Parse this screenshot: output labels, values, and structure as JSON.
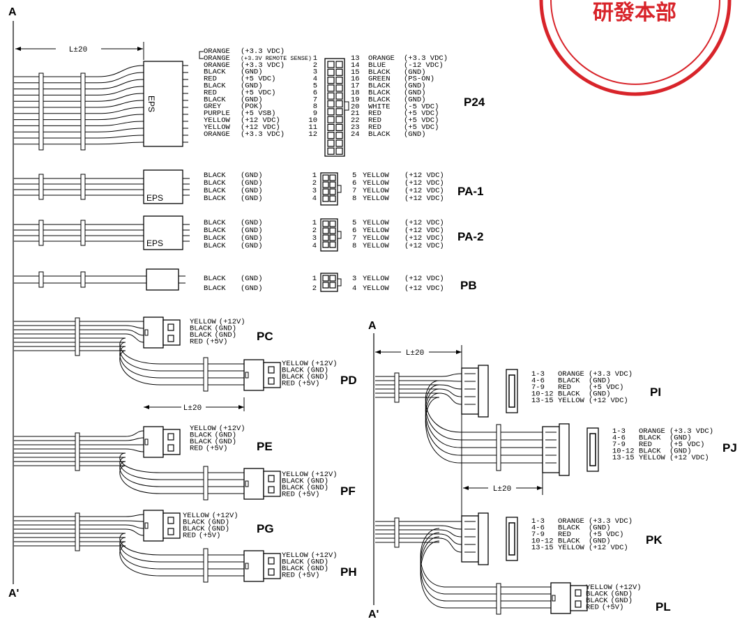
{
  "stamp": {
    "text": "研發本部",
    "color": "#d8242a"
  },
  "axes": {
    "left_top": "A",
    "left_bottom": "A'",
    "right_top": "A",
    "right_bottom": "A'"
  },
  "dimensions": {
    "d1": "L±20",
    "d2": "L±20",
    "d3": "L±20"
  },
  "p24": {
    "name": "P24",
    "housing_label": "EPS",
    "left": [
      {
        "color": "ORANGE",
        "signal": "(+3.3 VDC)",
        "pin": ""
      },
      {
        "color": "ORANGE",
        "signal": "(+3.3V REMOTE SENSE)",
        "pin": "1"
      },
      {
        "color": "ORANGE",
        "signal": "(+3.3 VDC)",
        "pin": "2"
      },
      {
        "color": "BLACK",
        "signal": "(GND)",
        "pin": "3"
      },
      {
        "color": "RED",
        "signal": "(+5 VDC)",
        "pin": "4"
      },
      {
        "color": "BLACK",
        "signal": "(GND)",
        "pin": "5"
      },
      {
        "color": "RED",
        "signal": "(+5 VDC)",
        "pin": "6"
      },
      {
        "color": "BLACK",
        "signal": "(GND)",
        "pin": "7"
      },
      {
        "color": "GREY",
        "signal": "(POK)",
        "pin": "8"
      },
      {
        "color": "PURPLE",
        "signal": "(+5 VSB)",
        "pin": "9"
      },
      {
        "color": "YELLOW",
        "signal": "(+12 VDC)",
        "pin": "10"
      },
      {
        "color": "YELLOW",
        "signal": "(+12 VDC)",
        "pin": "11"
      },
      {
        "color": "ORANGE",
        "signal": "(+3.3 VDC)",
        "pin": "12"
      }
    ],
    "right": [
      {
        "pin": "13",
        "color": "ORANGE",
        "signal": "(+3.3 VDC)"
      },
      {
        "pin": "14",
        "color": "BLUE",
        "signal": "(-12 VDC)"
      },
      {
        "pin": "15",
        "color": "BLACK",
        "signal": "(GND)"
      },
      {
        "pin": "16",
        "color": "GREEN",
        "signal": "(PS-ON)"
      },
      {
        "pin": "17",
        "color": "BLACK",
        "signal": "(GND)"
      },
      {
        "pin": "18",
        "color": "BLACK",
        "signal": "(GND)"
      },
      {
        "pin": "19",
        "color": "BLACK",
        "signal": "(GND)"
      },
      {
        "pin": "20",
        "color": "WHITE",
        "signal": "(-5 VDC)"
      },
      {
        "pin": "21",
        "color": "RED",
        "signal": "(+5 VDC)"
      },
      {
        "pin": "22",
        "color": "RED",
        "signal": "(+5 VDC)"
      },
      {
        "pin": "23",
        "color": "RED",
        "signal": "(+5 VDC)"
      },
      {
        "pin": "24",
        "color": "BLACK",
        "signal": "(GND)"
      }
    ]
  },
  "pa1": {
    "name": "PA-1",
    "housing_label": "EPS",
    "left": [
      {
        "color": "BLACK",
        "signal": "(GND)",
        "pin": "1"
      },
      {
        "color": "BLACK",
        "signal": "(GND)",
        "pin": "2"
      },
      {
        "color": "BLACK",
        "signal": "(GND)",
        "pin": "3"
      },
      {
        "color": "BLACK",
        "signal": "(GND)",
        "pin": "4"
      }
    ],
    "right": [
      {
        "pin": "5",
        "color": "YELLOW",
        "signal": "(+12 VDC)"
      },
      {
        "pin": "6",
        "color": "YELLOW",
        "signal": "(+12 VDC)"
      },
      {
        "pin": "7",
        "color": "YELLOW",
        "signal": "(+12 VDC)"
      },
      {
        "pin": "8",
        "color": "YELLOW",
        "signal": "(+12 VDC)"
      }
    ]
  },
  "pa2": {
    "name": "PA-2",
    "housing_label": "EPS",
    "left": [
      {
        "color": "BLACK",
        "signal": "(GND)",
        "pin": "1"
      },
      {
        "color": "BLACK",
        "signal": "(GND)",
        "pin": "2"
      },
      {
        "color": "BLACK",
        "signal": "(GND)",
        "pin": "3"
      },
      {
        "color": "BLACK",
        "signal": "(GND)",
        "pin": "4"
      }
    ],
    "right": [
      {
        "pin": "5",
        "color": "YELLOW",
        "signal": "(+12 VDC)"
      },
      {
        "pin": "6",
        "color": "YELLOW",
        "signal": "(+12 VDC)"
      },
      {
        "pin": "7",
        "color": "YELLOW",
        "signal": "(+12 VDC)"
      },
      {
        "pin": "8",
        "color": "YELLOW",
        "signal": "(+12 VDC)"
      }
    ]
  },
  "pb": {
    "name": "PB",
    "left": [
      {
        "color": "BLACK",
        "signal": "(GND)",
        "pin": "1"
      },
      {
        "color": "BLACK",
        "signal": "(GND)",
        "pin": "2"
      }
    ],
    "right": [
      {
        "pin": "3",
        "color": "YELLOW",
        "signal": "(+12 VDC)"
      },
      {
        "pin": "4",
        "color": "YELLOW",
        "signal": "(+12 VDC)"
      }
    ]
  },
  "small4": {
    "lines": [
      {
        "color": "YELLOW",
        "signal": "(+12V)"
      },
      {
        "color": "BLACK",
        "signal": "(GND)"
      },
      {
        "color": "BLACK",
        "signal": "(GND)"
      },
      {
        "color": "RED",
        "signal": "(+5V)"
      }
    ]
  },
  "small_names": {
    "pc": "PC",
    "pd": "PD",
    "pe": "PE",
    "pf": "PF",
    "pg": "PG",
    "ph": "PH",
    "pl": "PL"
  },
  "sata": {
    "lines": [
      {
        "pins": "1-3",
        "color": "ORANGE",
        "signal": "(+3.3 VDC)"
      },
      {
        "pins": "4-6",
        "color": "BLACK",
        "signal": "(GND)"
      },
      {
        "pins": "7-9",
        "color": "RED",
        "signal": "(+5 VDC)"
      },
      {
        "pins": "10-12",
        "color": "BLACK",
        "signal": "(GND)"
      },
      {
        "pins": "13-15",
        "color": "YELLOW",
        "signal": "(+12 VDC)"
      }
    ]
  },
  "sata_names": {
    "pi": "PI",
    "pj": "PJ",
    "pk": "PK"
  }
}
